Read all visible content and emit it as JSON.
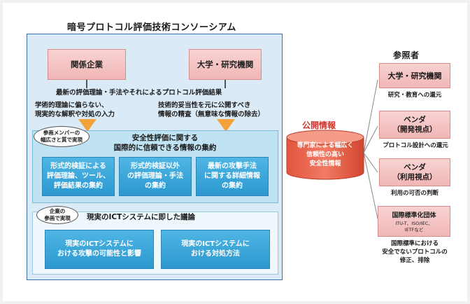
{
  "consortium": {
    "title": "暗号プロトコル評価技術コンソーシアム",
    "industry_label": "関係企業",
    "academia_label": "大学・研究機関",
    "results_label": "最新の評価理論・手法やそれによるプロトコル評価結果",
    "left_note": "学術的理論に偏らない、\n現実的な解釈や対処の入力",
    "right_note": "技術的妥当性を元に公開すべき\n情報の精査（無意味な情報の除去）",
    "section1": {
      "bubble": "参画メンバーの\n幅広さと質で実現",
      "heading": "安全性評価に関する\n国際的に信頼できる情報の集約",
      "tiles": [
        "形式的検証による\n評価理論、ツール、\n評価結果の集約",
        "形式的検証以外\nの評価理論・手法\nの集約",
        "最新の攻撃手法\nに関する詳細情報\nの集約"
      ]
    },
    "section2": {
      "bubble": "企業の\n参画で実現",
      "heading": "現実のICTシステムに即した議論",
      "tiles": [
        "現実のICTシステムに\nおける攻撃の可能性と影響",
        "現実のICTシステムに\nおける対処方法"
      ]
    }
  },
  "public_info": {
    "label": "公開情報",
    "body": "専門家による幅広く\n信頼性の高い\n安全性情報"
  },
  "referrers": {
    "title": "参照者",
    "items": [
      {
        "label": "大学・研究機関",
        "note": "研究・教育への還元"
      },
      {
        "label": "ベンダ\n（開発視点）",
        "note": "プロトコル設計への還元"
      },
      {
        "label": "ベンダ\n（利用視点）",
        "note": "利用の可否の判断"
      },
      {
        "label": "国際標準化団体",
        "sub": "ITU-T、ISO/IEC、\nIETFなど",
        "note": "国際標準における\n安全でないプロトコルの\n修正、排除"
      }
    ]
  },
  "colors": {
    "frame_border": "#3b6ea5",
    "frame_fill": "#dbeaf7",
    "pink_box": "#f1b6b6",
    "tile_blue": "#2c98cf",
    "arrow_orange": "#f3a23a",
    "cylinder_red": "#e25c4b",
    "public_label_red": "#d0342c"
  }
}
